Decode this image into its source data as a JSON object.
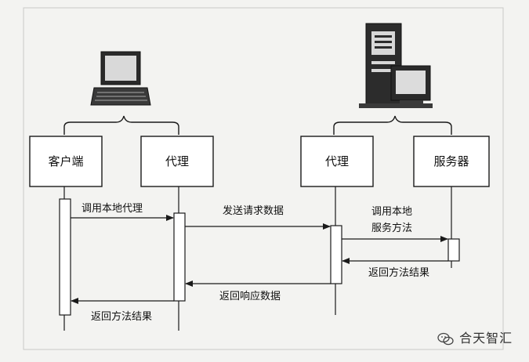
{
  "participants": {
    "client": "客户端",
    "proxy_left": "代理",
    "proxy_right": "代理",
    "server": "服务器"
  },
  "messages": {
    "call_local_proxy": "调用本地代理",
    "send_request_data": "发送请求数据",
    "call_local_service_line1": "调用本地",
    "call_local_service_line2": "服务方法",
    "return_method_result_right": "返回方法结果",
    "return_response_data": "返回响应数据",
    "return_method_result_left": "返回方法结果"
  },
  "icons": {
    "client_machine": "laptop-computer-icon",
    "server_machine": "server-tower-icon"
  },
  "watermark": {
    "text": "合天智汇",
    "icon": "wechat-icon"
  },
  "colors": {
    "background": "#f3f3f1",
    "stroke": "#1a1a1a",
    "box_fill": "#ffffff"
  }
}
